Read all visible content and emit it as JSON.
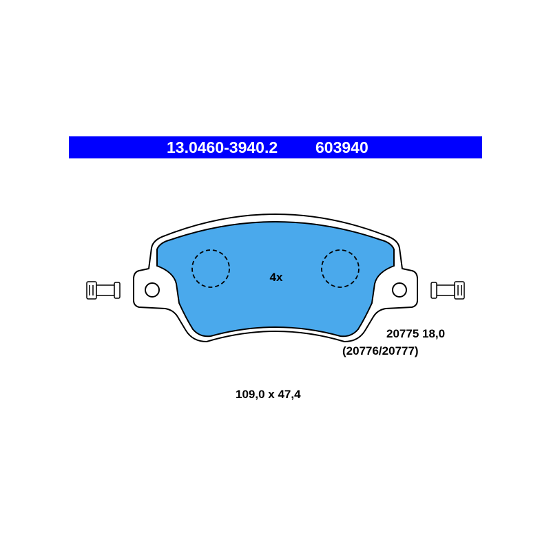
{
  "header": {
    "part_number": "13.0460-3940.2",
    "alt_number": "603940",
    "background_color": "#0000ff",
    "text_color": "#ffffff"
  },
  "drawing": {
    "pad_color": "#4aa9ec",
    "outline_color": "#000000",
    "quantity_label": "4x"
  },
  "labels": {
    "wva_number": "20775 18,0",
    "wva_alternates": "(20776/20777)",
    "dimensions": "109,0 x 47,4"
  }
}
